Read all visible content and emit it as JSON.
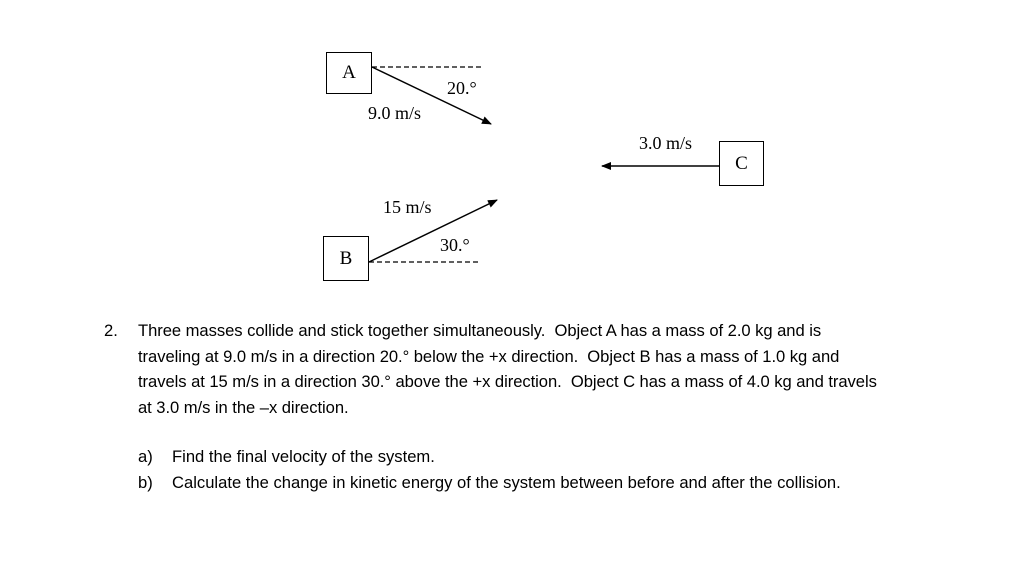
{
  "diagram": {
    "objects": [
      {
        "id": "A",
        "label": "A",
        "speed_label": "9.0 m/s",
        "angle_label": "20.°",
        "direction": "20° below +x"
      },
      {
        "id": "B",
        "label": "B",
        "speed_label": "15 m/s",
        "angle_label": "30.°",
        "direction": "30° above +x"
      },
      {
        "id": "C",
        "label": "C",
        "speed_label": "3.0 m/s",
        "direction": "-x"
      }
    ]
  },
  "problem": {
    "number": "2.",
    "lines": [
      "Three masses collide and stick together simultaneously.  Object A has a mass of 2.0 kg and is",
      "traveling at 9.0 m/s in a direction 20.° below the +x direction.  Object B has a mass of 1.0 kg and",
      "travels at 15 m/s in a direction 30.° above the +x direction.  Object C has a mass of 4.0 kg and travels",
      "at 3.0 m/s in the –x direction."
    ],
    "parts": [
      {
        "marker": "a)",
        "text": "Find the final velocity of the system."
      },
      {
        "marker": "b)",
        "text": "Calculate the change in kinetic energy of the system between before and after the collision."
      }
    ]
  }
}
